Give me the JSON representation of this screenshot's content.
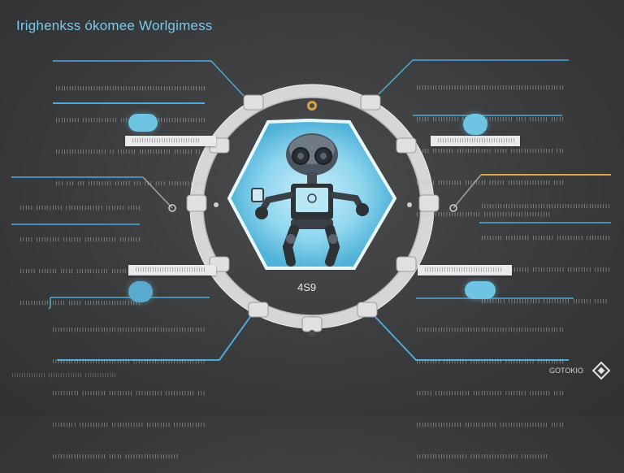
{
  "title": "Irighenkss ókomee Worlgimess",
  "panels": {
    "top_left": {
      "lines": [
        "|||||||||||||||||||||||||||||||||||||||||||||||||||||||||||||||||||",
        "||||||||| ||||||||||||| ||| |||| ||| ||||||||||||||||||||||||||||",
        "||||||||||||||||||| || ||||||| |||||||||||| ||||||| || |||||||||||||",
        "||| ||| ||| ||||||||| |||||| ||| ||| |||| ||||||||| |||||||||||||"
      ]
    },
    "mid_left": {
      "lines": [
        "||||| |||||||||| |||||||||||||| ||||||| |||||||||",
        "||||| ||||||||| ||||||| |||||||||||| |||||||| ||||||",
        "|||||| ||||||| ||||| |||||||||||| |||||||||||||",
        "||||||||||||||||| ||||| |||||||||||||||||||||"
      ]
    },
    "bottom_left": {
      "lines": [
        "||||||||||||||||||||||||||||||||||||||||||||||||||||||||||||||||||||||||||",
        "||||||||||||||||||||||||||||| ||||||||||||||||||||||||||||||| ||||||||||",
        "|||||||||| ||||||||| ||||||||| |||||||||| ||||||||||| ||||||||| ||||||||",
        "||||||||| ||||||||||| |||||||||||| ||||||||| |||||||||||||||||||||||||",
        "|||||||||||||||||||| ||||| ||||||||||||||||||||"
      ]
    },
    "top_right": {
      "lines": [
        "|||||||||||||||||||||||||||||||||||||||||||||||||||||||||||||||||||||",
        "||||| |||||||||| ||||| ||||||||||||| |||| ||||||| ||||||||||||",
        "||||| |||||||| ||||||||||||| ||||| |||||||||||||||| ||||||||||",
        "||||||| ||||||||| |||||||| |||||| |||||||||||||||| ||||||||||||",
        "||||| |||||||||||||||||| |||||||||||||||||||||||||"
      ]
    },
    "mid_right": {
      "lines": [
        "|||||||||||||||||||||||||||||||||||||||||||||||||||||",
        "|||||||| ||||||||| |||||||| |||||||||| ||||||||||||",
        "|||||||| ||||||||| |||||||||||| ||||||||| |||||||",
        "||||||||| |||||||||||| |||||||||| ||||||| ||||| |||"
      ]
    },
    "bottom_right": {
      "lines": [
        "||||||||||||||||||||||||||||||||||||||||||||||||||||||||||||||||||||",
        "||||||||| ||||||||| |||||||||||| ||||||||||| ||||||||||||||||",
        "|||||| ||||||||||||| ||||||||||| |||||||| |||||||| ||||||||||",
        "||||||||||||||||| |||||||||||| |||||||||||||||||| ||||||||||",
        "||||||||||||||||||| |||||||||||||||||| ||||||||||"
      ]
    }
  },
  "tags": {
    "top_left": "||||||||||||||||||||||||||||",
    "top_right": "||||||||||||||||||||||||||||||||",
    "mid_left": "|||||||||||||||||||||||||||||",
    "mid_right": "||||||||||||||||||||||||||||||||"
  },
  "center_label": "4S9",
  "footer_left": "|||||||||||||| |||||||||||||| |||||||||||||",
  "footer_right": "GOTOKIO",
  "colors": {
    "accent_blue": "#4fa9d8",
    "accent_gold": "#d9a54a",
    "ring": "#d9d9d9",
    "screen": "#9adcf0"
  },
  "icons": [
    "robot-illustration",
    "ring-frame",
    "brand-logo-icon"
  ]
}
